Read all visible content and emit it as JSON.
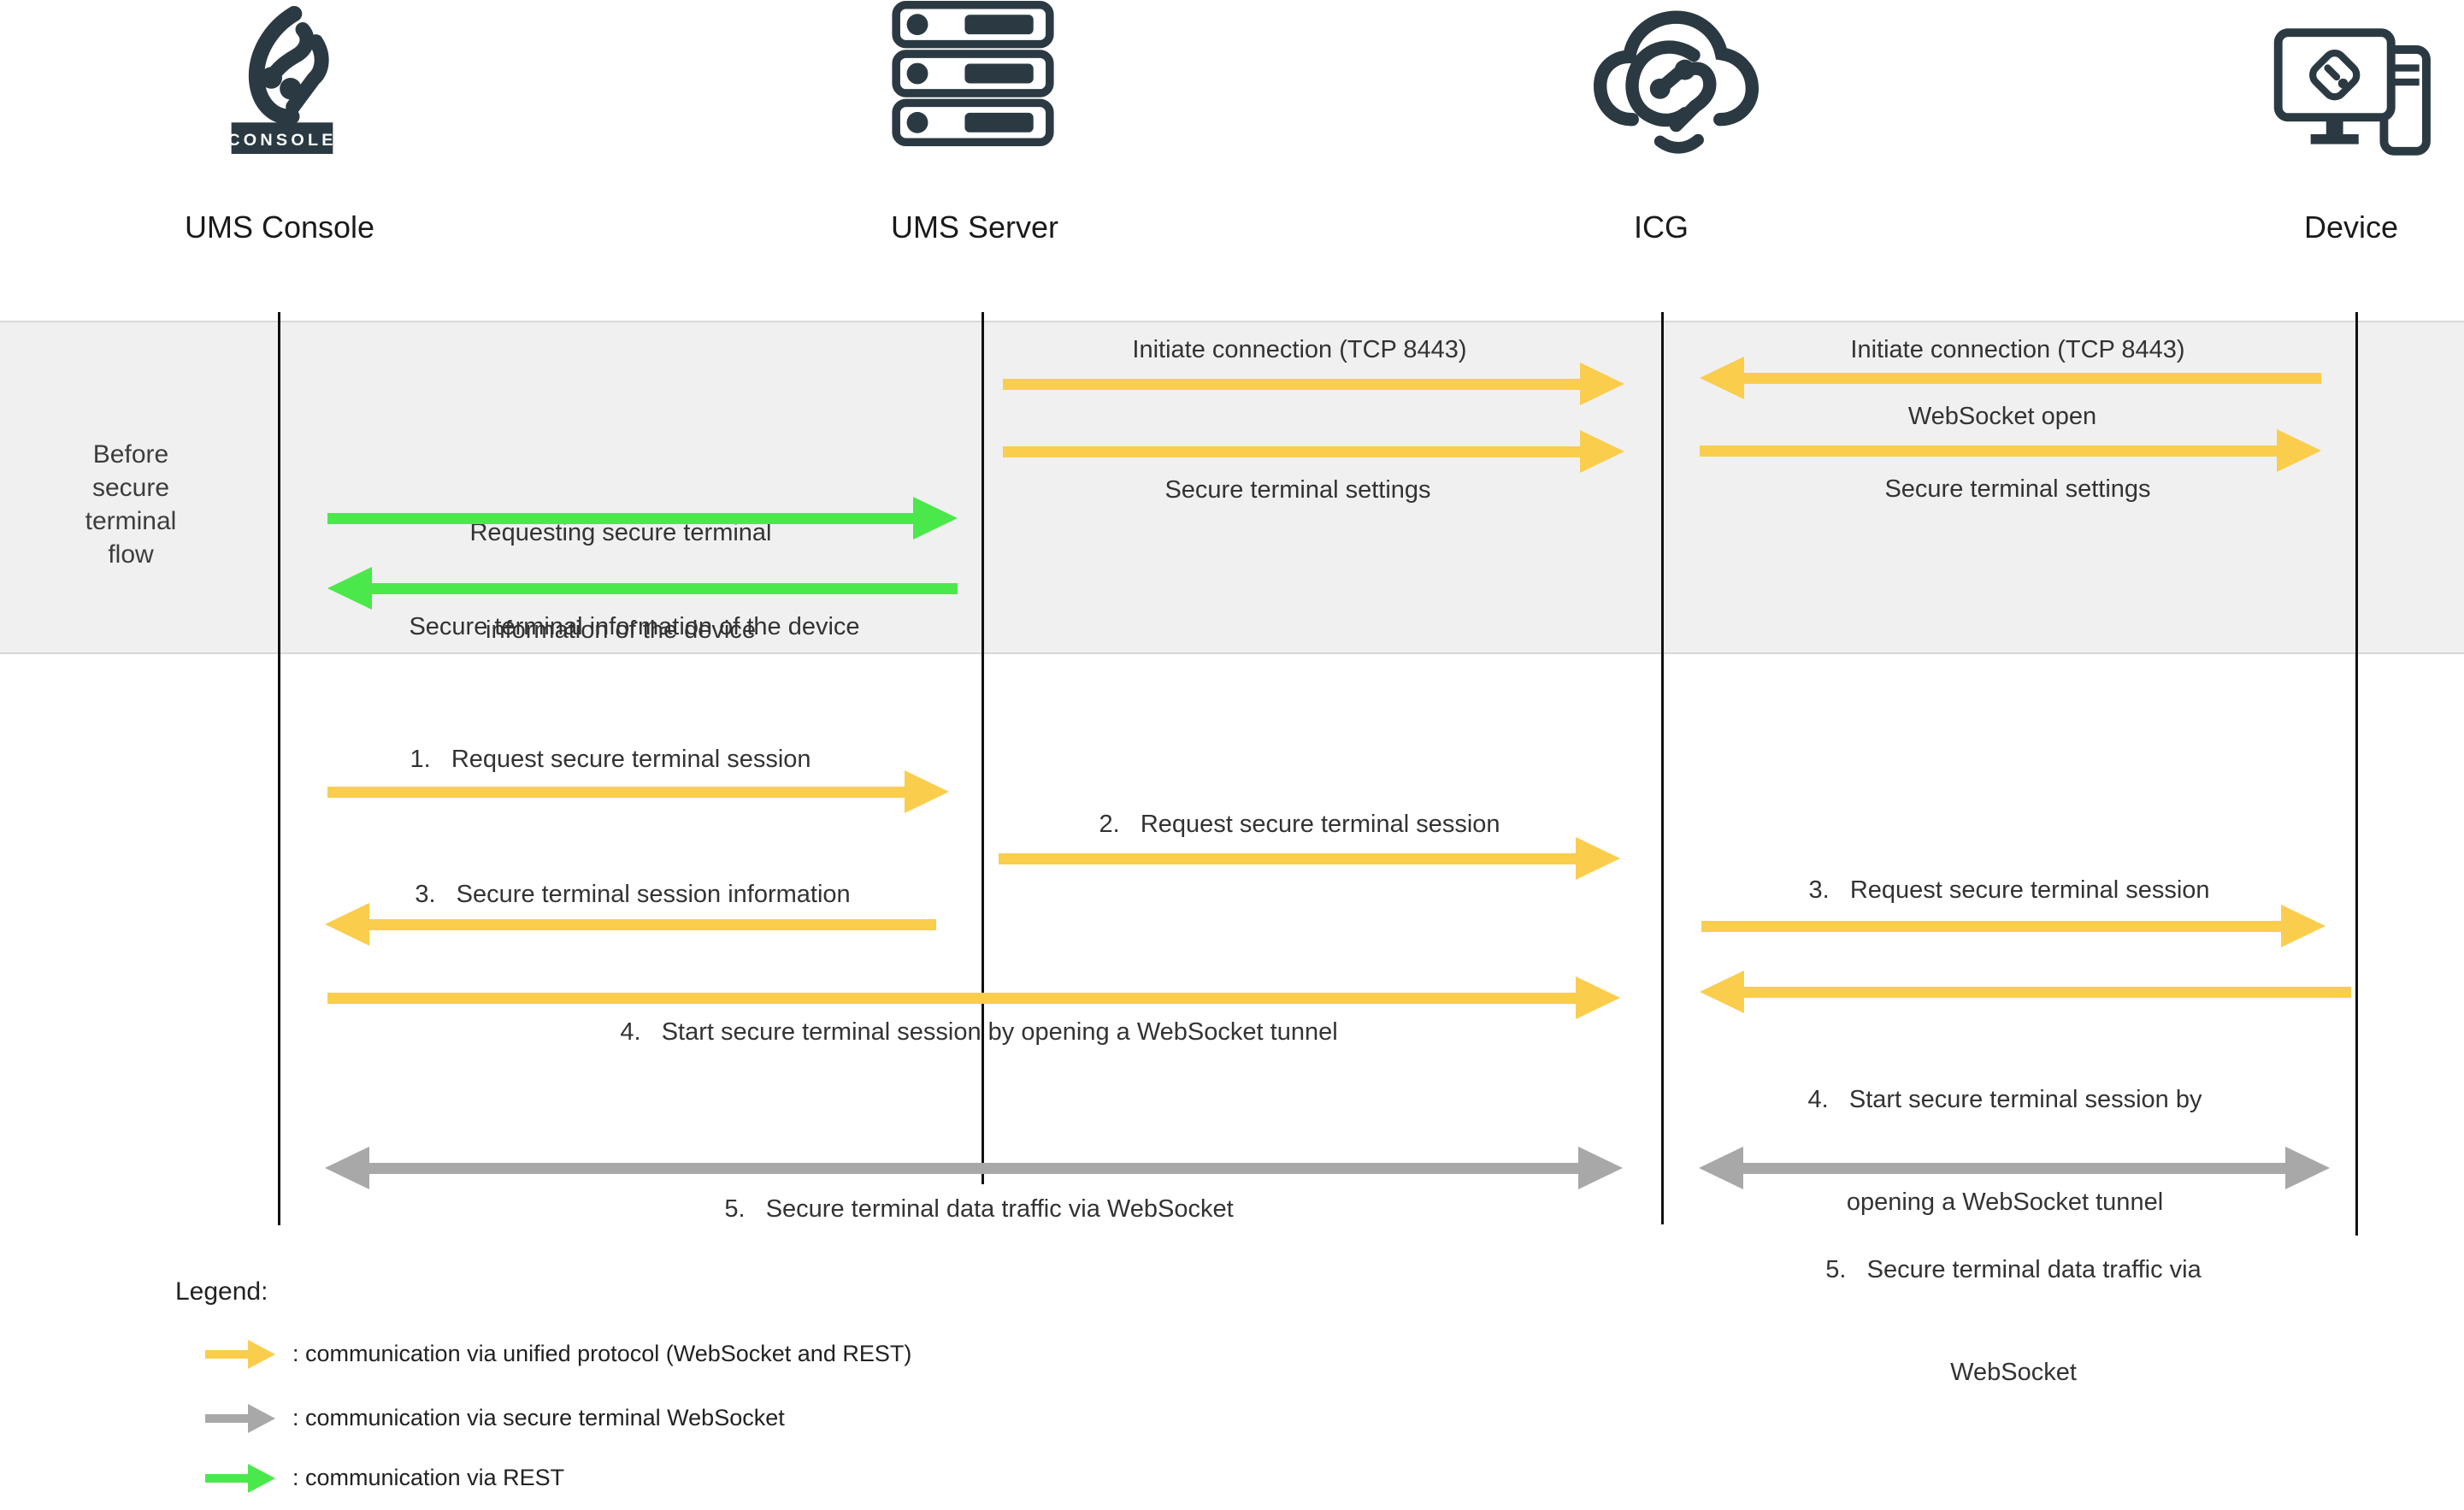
{
  "diagram": {
    "actors": [
      {
        "id": "ums-console",
        "label": "UMS Console",
        "icon": "igel-console-logo-icon",
        "badge_text": "CONSOLE"
      },
      {
        "id": "ums-server",
        "label": "UMS Server",
        "icon": "server-stack-icon"
      },
      {
        "id": "icg",
        "label": "ICG",
        "icon": "cloud-igel-icon"
      },
      {
        "id": "device",
        "label": "Device",
        "icon": "device-monitor-tower-icon"
      }
    ],
    "phase_band": {
      "label_l1": "Before",
      "label_l2": "secure",
      "label_l3": "terminal",
      "label_l4": "flow",
      "requesting_info_l1": "Requesting secure terminal",
      "requesting_info_l2": "information of the device",
      "info_of_device": "Secure terminal information of the device",
      "initiate_left": "Initiate connection (TCP 8443)",
      "settings_left": "Secure terminal settings",
      "initiate_right": "Initiate connection (TCP 8443)",
      "websocket_open": "WebSocket open",
      "settings_right": "Secure terminal settings"
    },
    "steps": {
      "s1": "1.   Request secure terminal session",
      "s2": "2.   Request secure terminal session",
      "s3_left": "3.   Secure terminal session information",
      "s3_right": "3.   Request secure terminal session",
      "s4_left": "4.   Start secure terminal session by opening a WebSocket tunnel",
      "s4_right_l1": "4.   Start secure terminal session by",
      "s4_right_l2": "opening a WebSocket tunnel",
      "s5_left": "5.   Secure terminal data traffic via WebSocket",
      "s5_right_l1": "5.   Secure terminal data traffic via",
      "s5_right_l2": "WebSocket"
    },
    "legend": {
      "title": "Legend:",
      "items": [
        {
          "arrow_color": "#FACD4D",
          "text": ": communication via unified protocol (WebSocket and REST)"
        },
        {
          "arrow_color": "#A8A8A8",
          "text": ": communication via secure terminal WebSocket"
        },
        {
          "arrow_color": "#4BE84B",
          "text": ": communication via REST"
        }
      ]
    },
    "colors": {
      "unified_protocol_yellow": "#FACD4D",
      "secure_terminal_gray": "#A8A8A8",
      "rest_green": "#4BE84B",
      "icon_dark": "#2B3A42",
      "band_background": "#F0F0F0"
    }
  }
}
